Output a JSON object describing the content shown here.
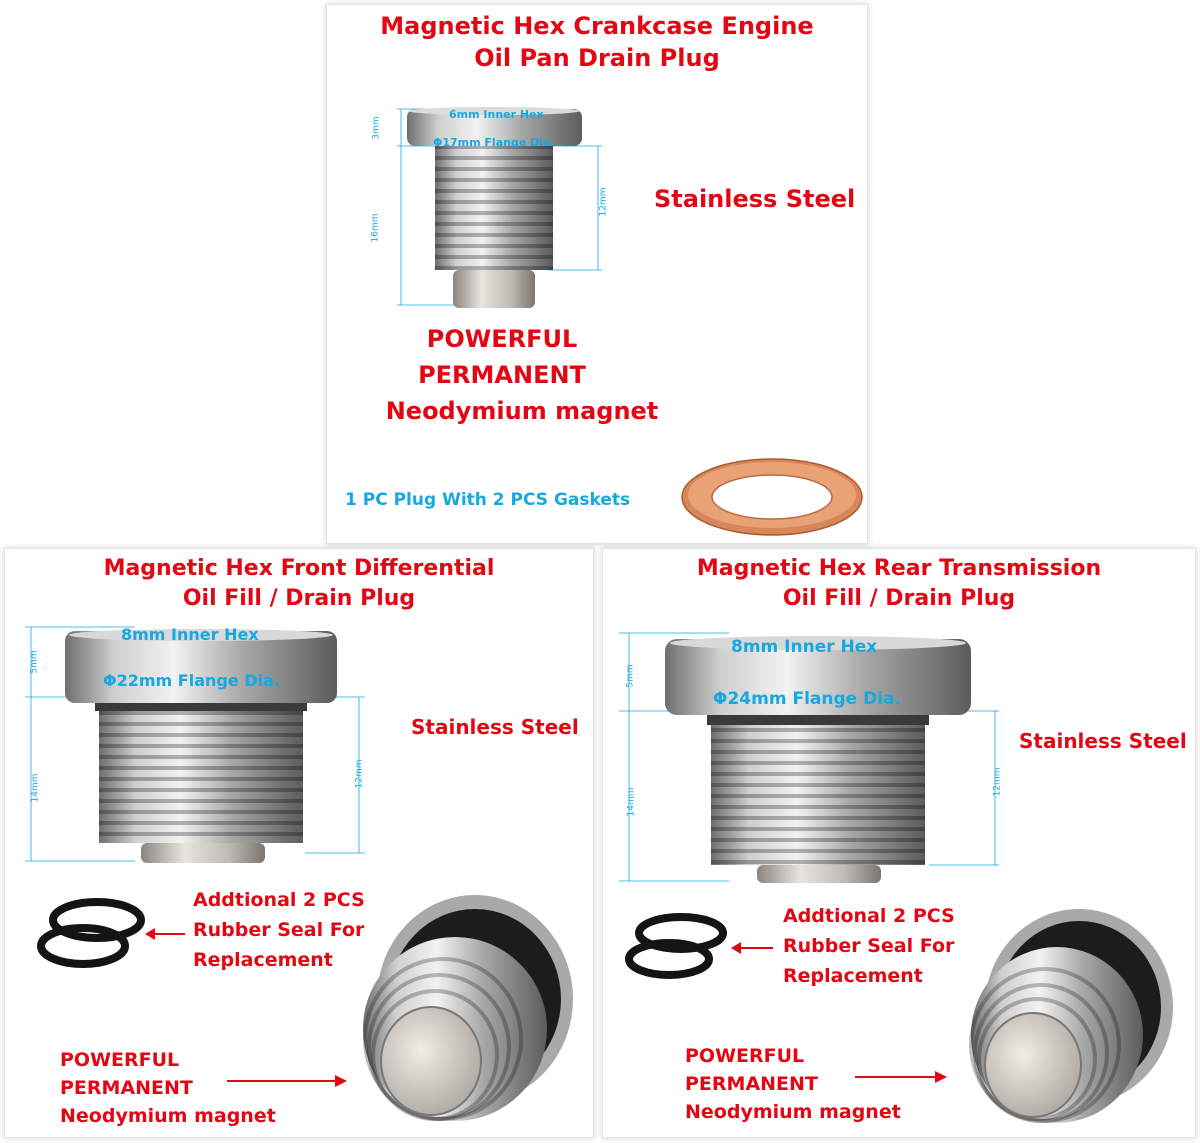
{
  "colors": {
    "accent_red": "#e30613",
    "accent_blue": "#18a8e0",
    "steel": "#b8b8b8",
    "copper": "#d8875a"
  },
  "top_panel": {
    "title_line1": "Magnetic Hex Crankcase Engine",
    "title_line2": "Oil Pan Drain Plug",
    "hex_label": "6mm Inner Hex",
    "flange_label": "Φ17mm Flange Dia.",
    "dim_flange": "3mm",
    "dim_thread": "12mm",
    "dim_total": "16mm",
    "material": "Stainless Steel",
    "magnet_line1": "POWERFUL",
    "magnet_line2": "PERMANENT",
    "magnet_line3": "Neodymium magnet",
    "package": "1 PC Plug With 2 PCS Gaskets"
  },
  "left_panel": {
    "title_line1": "Magnetic Hex Front Differential",
    "title_line2": "Oil Fill / Drain Plug",
    "hex_label": "8mm Inner Hex",
    "flange_label": "Φ22mm Flange Dia.",
    "dim_flange": "5mm",
    "dim_thread": "12mm",
    "dim_total": "14mm",
    "material": "Stainless Steel",
    "seal_line1": "Addtional 2 PCS",
    "seal_line2": "Rubber Seal For",
    "seal_line3": "Replacement",
    "magnet_line1": "POWERFUL",
    "magnet_line2": "PERMANENT",
    "magnet_line3": "Neodymium magnet"
  },
  "right_panel": {
    "title_line1": "Magnetic Hex Rear Transmission",
    "title_line2": "Oil Fill / Drain Plug",
    "hex_label": "8mm Inner Hex",
    "flange_label": "Φ24mm Flange Dia.",
    "dim_flange": "5mm",
    "dim_thread": "12mm",
    "dim_total": "14mm",
    "material": "Stainless Steel",
    "seal_line1": "Addtional 2 PCS",
    "seal_line2": "Rubber Seal For",
    "seal_line3": "Replacement",
    "magnet_line1": "POWERFUL",
    "magnet_line2": "PERMANENT",
    "magnet_line3": "Neodymium magnet"
  }
}
